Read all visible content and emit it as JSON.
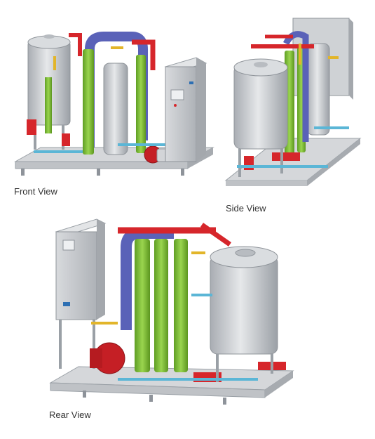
{
  "views": [
    {
      "label": "Front View"
    },
    {
      "label": "Side View"
    },
    {
      "label": "Rear View"
    }
  ],
  "colors": {
    "steel": "#c9cbcf",
    "steel_dark": "#9ea2a8",
    "pipe_green": "#7fbf3a",
    "pipe_blue": "#5a62b8",
    "pipe_red": "#d6262b",
    "pipe_cyan": "#5bb6d6",
    "pipe_yellow": "#e2b52a"
  }
}
